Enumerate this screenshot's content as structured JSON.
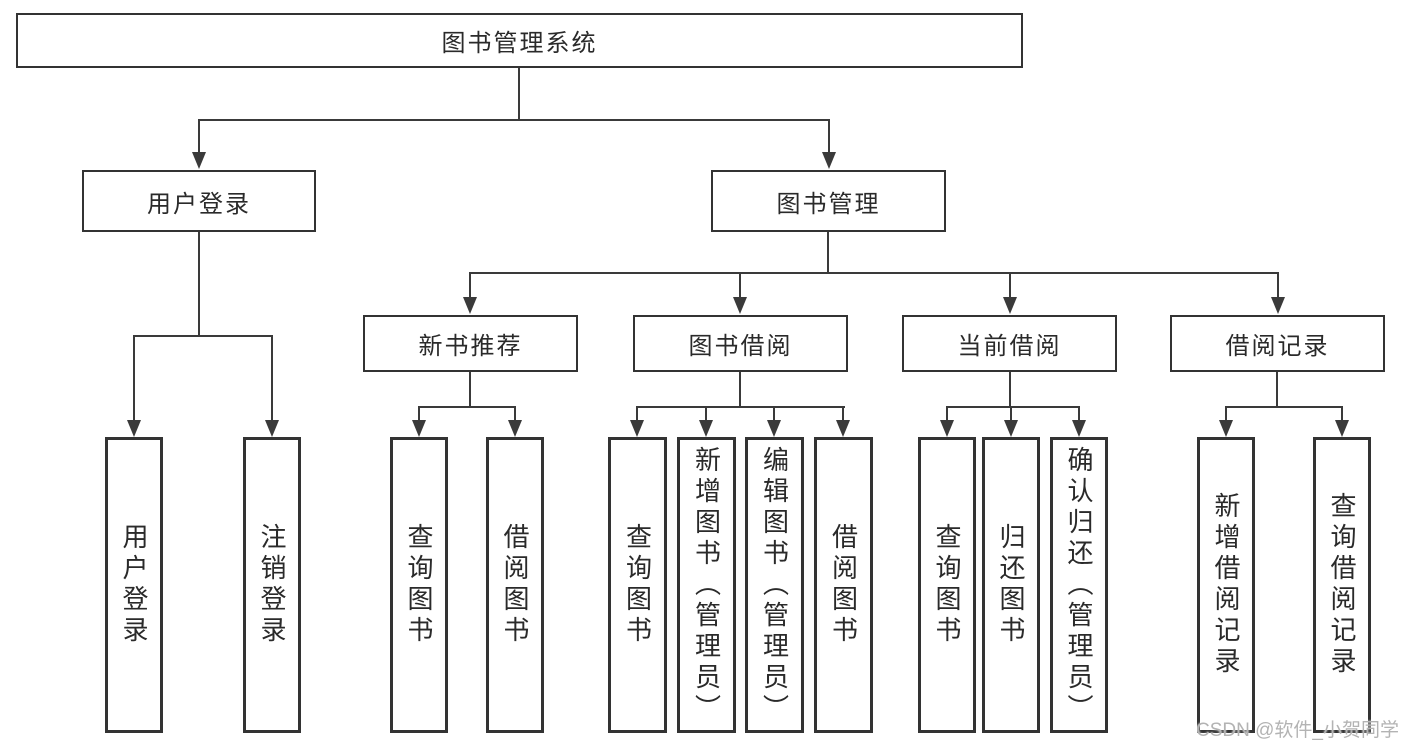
{
  "root": {
    "label": "图书管理系统"
  },
  "level2": {
    "user_login": {
      "label": "用户登录"
    },
    "book_mgmt": {
      "label": "图书管理"
    }
  },
  "level3": {
    "new_book_rec": {
      "label": "新书推荐"
    },
    "book_borrow": {
      "label": "图书借阅"
    },
    "current_borrow": {
      "label": "当前借阅"
    },
    "borrow_records": {
      "label": "借阅记录"
    }
  },
  "leaves": {
    "login": {
      "label": "用户登录"
    },
    "logout": {
      "label": "注销登录"
    },
    "rec_query": {
      "label": "查询图书"
    },
    "rec_borrow": {
      "label": "借阅图书"
    },
    "borrow_query": {
      "label": "查询图书"
    },
    "borrow_add_admin": {
      "label": "新增图书（管理员）"
    },
    "borrow_edit_admin": {
      "label": "编辑图书（管理员）"
    },
    "borrow_borrow": {
      "label": "借阅图书"
    },
    "current_query": {
      "label": "查询图书"
    },
    "current_return": {
      "label": "归还图书"
    },
    "current_confirm_admin": {
      "label": "确认归还（管理员）"
    },
    "records_add": {
      "label": "新增借阅记录"
    },
    "records_query": {
      "label": "查询借阅记录"
    }
  },
  "watermark": {
    "text": "CSDN @软件_小贺同学"
  },
  "colors": {
    "line": "#3a3a3a",
    "box_border": "#333333",
    "text": "#2a2a2a",
    "watermark_text": "#b3b3b3",
    "background": "#ffffff"
  }
}
